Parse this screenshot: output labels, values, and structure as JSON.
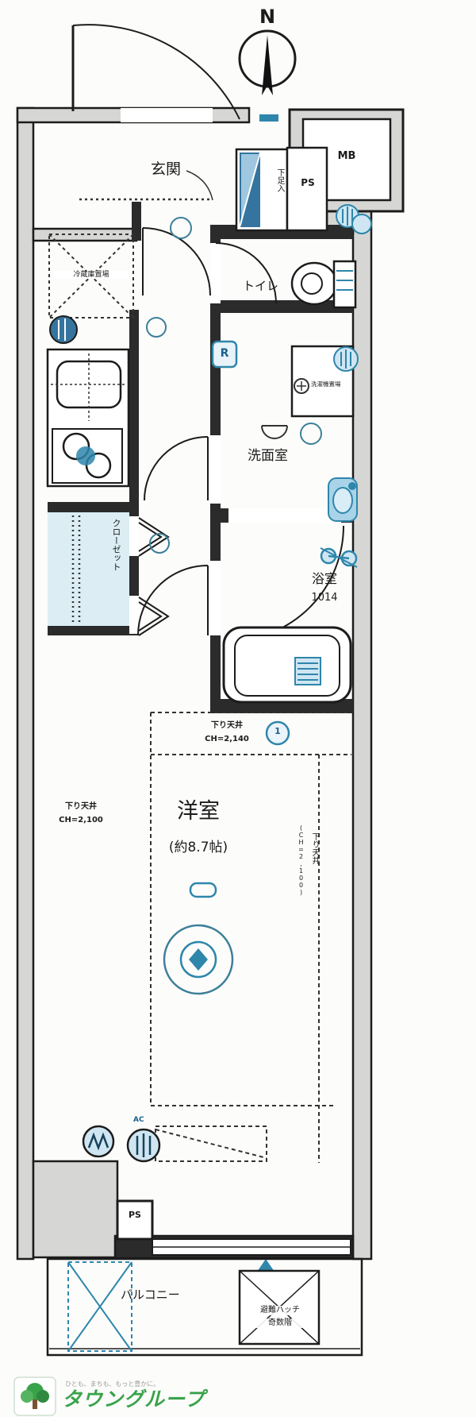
{
  "compass": {
    "north_label": "N"
  },
  "rooms": {
    "genkan": "玄関",
    "shoe_box": "下足入",
    "ps_top": "PS",
    "mb": "MB",
    "toilet": "トイレ",
    "fridge_space": "冷蔵庫置場",
    "range_mark": "R",
    "washer_space": "洗濯機置場",
    "washroom": "洗面室",
    "closet": "クローゼット",
    "bath": "浴室",
    "bath_size": "1014",
    "western_room": "洋室",
    "western_room_size": "(約8.7帖)",
    "ac_mark": "AC",
    "ps_bottom": "PS",
    "balcony": "バルコニー",
    "hatch_line1": "避難ハッチ",
    "hatch_line2": "奇数階"
  },
  "notes": {
    "dropped_ceiling_right": {
      "line1": "下り天井",
      "line2": "CH=2,140",
      "badge": "1"
    },
    "dropped_ceiling_left": {
      "line1": "下り天井",
      "line2": "CH=2,100"
    },
    "dropped_ceiling_side": {
      "line1": "下り天井",
      "line2": "(CH=2,100)"
    }
  },
  "watermark": {
    "tagline": "ひとも、まちも、もっと豊かに。",
    "brand": "タウングループ"
  },
  "colors": {
    "wall": "#1c1c1c",
    "wall_fill": "#d6d6d4",
    "fixture_blue": "#2e86ab",
    "fixture_blue_light": "#cfe6f2",
    "closet_fill": "#dcedf4",
    "brand_green": "#3aa24a"
  }
}
